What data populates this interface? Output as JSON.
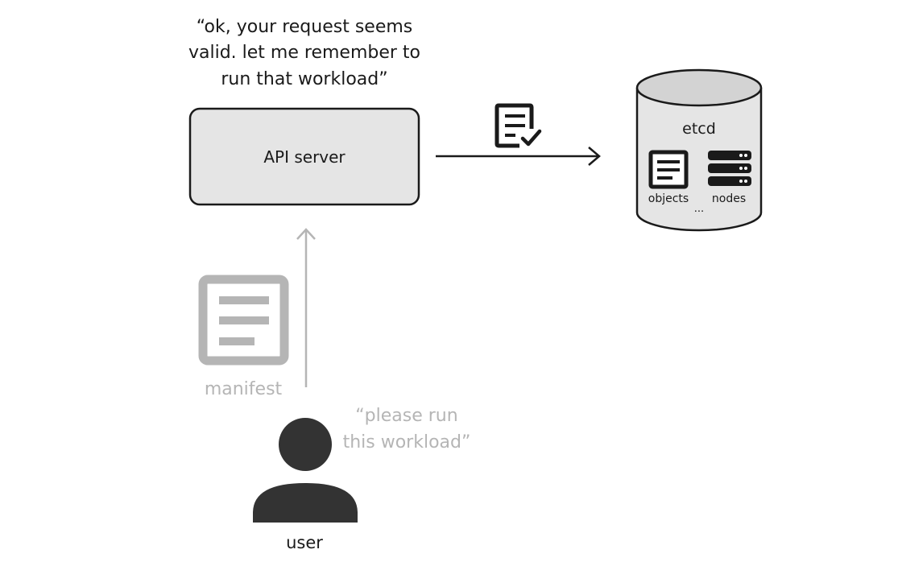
{
  "api_server": {
    "label": "API server",
    "quote": [
      "“ok, your request seems",
      "valid. let me remember to",
      "run that workload”"
    ]
  },
  "etcd": {
    "title": "etcd",
    "items": [
      "objects",
      "nodes"
    ],
    "ellipsis": "..."
  },
  "manifest": {
    "label": "manifest"
  },
  "user": {
    "label": "user",
    "quote": [
      "“please run",
      "this workload”"
    ]
  },
  "icons": {
    "write_record": "document-check-icon",
    "objects": "document-icon",
    "nodes": "server-stack-icon",
    "manifest": "document-icon",
    "user": "person-icon"
  },
  "colors": {
    "ink": "#1a1a1a",
    "faded": "#b5b5b5",
    "box_fill": "#e5e5e5",
    "cylinder_top": "#d3d3d3"
  }
}
